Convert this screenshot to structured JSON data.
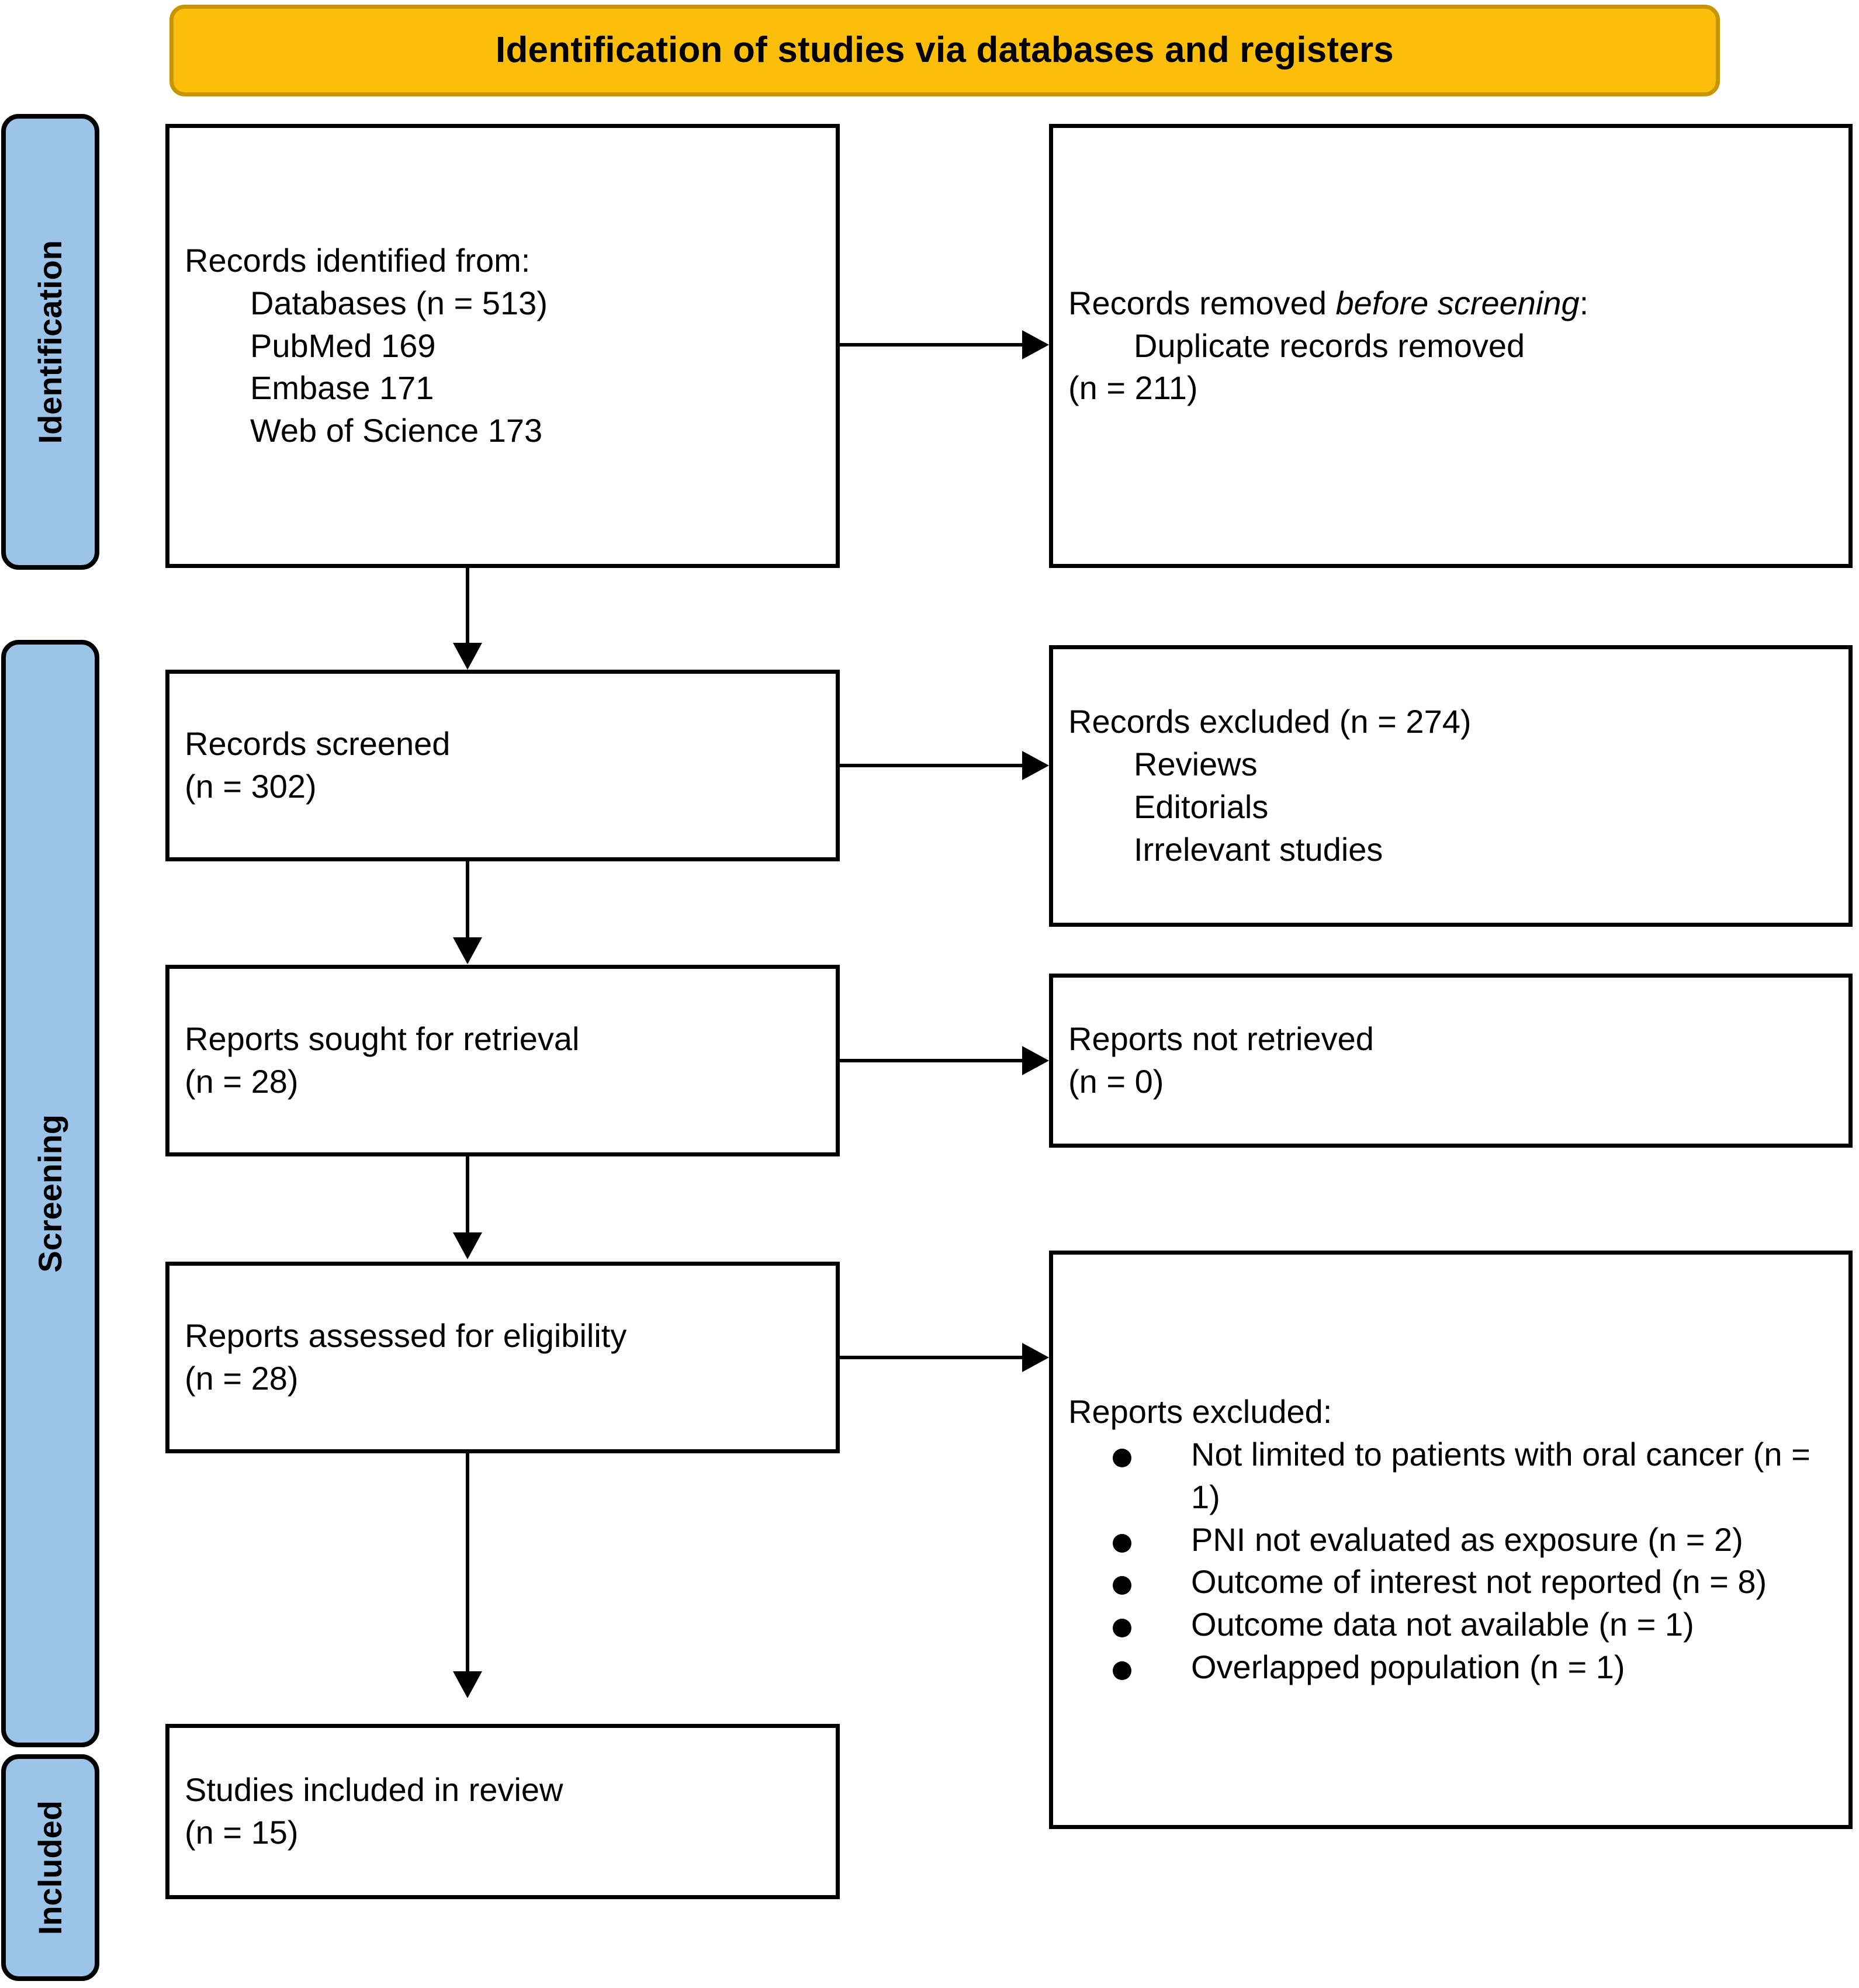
{
  "banner": {
    "title": "Identification of studies via databases and registers"
  },
  "phases": [
    {
      "id": "identification",
      "label": "Identification"
    },
    {
      "id": "screening",
      "label": "Screening"
    },
    {
      "id": "included",
      "label": "Included"
    }
  ],
  "boxes": {
    "identified": {
      "line1": "Records identified from:",
      "line2": "Databases (n = 513)",
      "line3": "PubMed 169",
      "line4": "Embase 171",
      "line5": "Web of Science 173"
    },
    "removed": {
      "line1_a": "Records removed ",
      "line1_i": "before screening",
      "line1_b": ":",
      "line2": "Duplicate records removed",
      "line3": "(n = 211)"
    },
    "screened": {
      "line1": "Records screened",
      "line2": "(n = 302)"
    },
    "records_excluded": {
      "line1": "Records excluded (n = 274)",
      "line2": "Reviews",
      "line3": "Editorials",
      "line4": "Irrelevant studies"
    },
    "sought": {
      "line1": "Reports sought for retrieval",
      "line2": "(n = 28)"
    },
    "not_retrieved": {
      "line1": "Reports not retrieved",
      "line2": "(n = 0)"
    },
    "assessed": {
      "line1": "Reports assessed for eligibility",
      "line2": "(n = 28)"
    },
    "reports_excluded": {
      "heading": "Reports excluded:",
      "items": [
        "Not limited to patients with oral cancer (n = 1)",
        "PNI not evaluated as exposure (n = 2)",
        "Outcome of interest not reported (n = 8)",
        "Outcome data not available (n = 1)",
        "Overlapped population (n = 1)"
      ]
    },
    "included": {
      "line1": "Studies included in review",
      "line2": "(n = 15)"
    }
  },
  "colors": {
    "banner_fill": "#FBBE0A",
    "banner_border": "#C89400",
    "phase_fill": "#9CC3E8",
    "box_border": "#000000",
    "background": "#FFFFFF"
  },
  "counts": {
    "databases": 513,
    "pubmed": 169,
    "embase": 171,
    "web_of_science": 173,
    "duplicates_removed": 211,
    "records_screened": 302,
    "records_excluded": 274,
    "reports_sought": 28,
    "reports_not_retrieved": 0,
    "reports_assessed": 28,
    "studies_included": 15,
    "excluded_not_oral_cancer": 1,
    "excluded_pni_not_exposure": 2,
    "excluded_outcome_not_reported": 8,
    "excluded_outcome_data_unavailable": 1,
    "excluded_overlapped_population": 1
  }
}
